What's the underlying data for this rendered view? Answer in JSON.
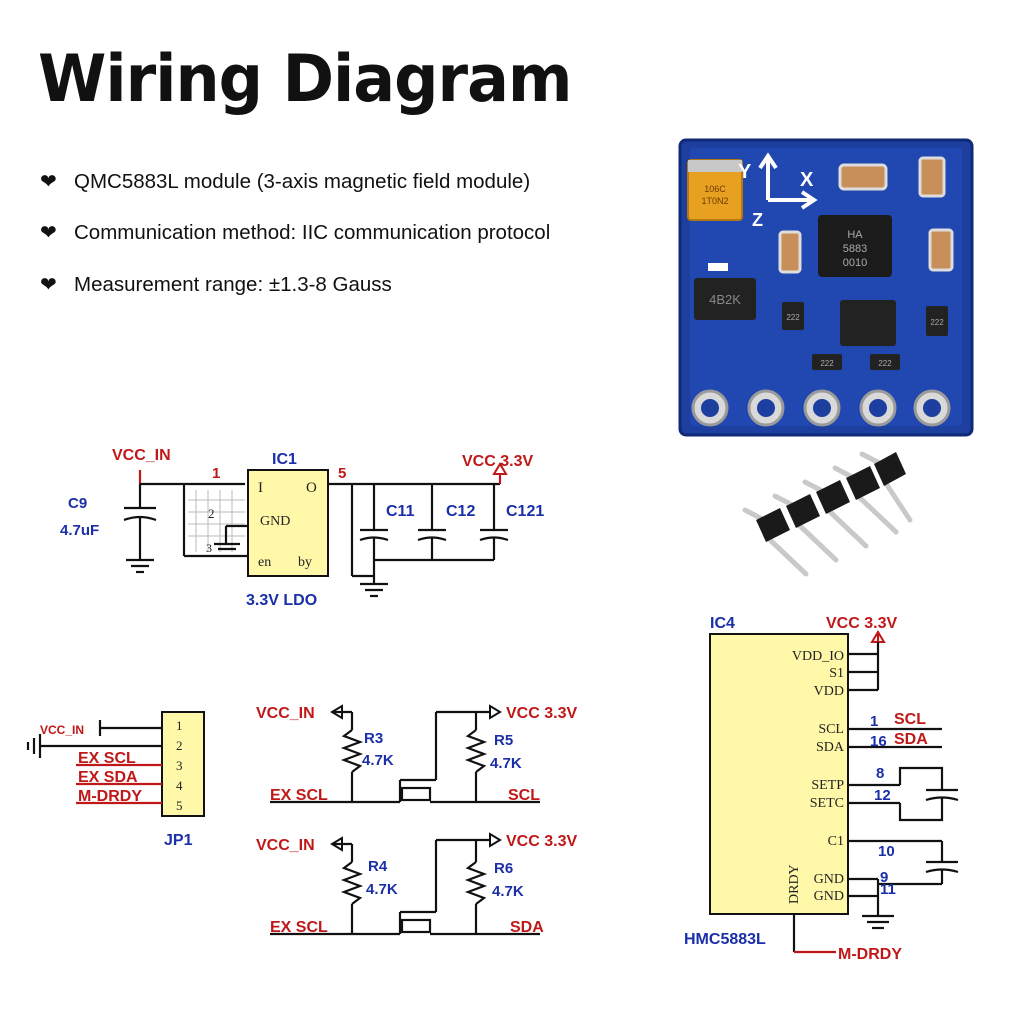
{
  "title": "Wiring Diagram",
  "bullets": [
    "QMC5883L module (3-axis magnetic field module)",
    "Communication method: IIC communication protocol",
    "Measurement range: ±1.3-8 Gauss"
  ],
  "bullet_icon": "heart-icon",
  "colors": {
    "net_red": "#c01818",
    "label_blue": "#1a2fa8",
    "pcb_blue": "#1c3fa0",
    "ic_yellow": "#fff8a8"
  },
  "module": {
    "axis_labels": {
      "y": "Y",
      "x": "X",
      "z": "Z"
    },
    "chip_marks": {
      "cap": "106C\n1T0N2",
      "main": "HA\n5883\n0010",
      "reg": "4B2K",
      "res": "222"
    }
  },
  "ldo": {
    "vcc_in": "VCC_IN",
    "vcc_out": "VCC 3.3V",
    "ic_ref": "IC1",
    "ic_name": "3.3V LDO",
    "pin_in": "1",
    "pin_out": "5",
    "pin_labels": {
      "i": "I",
      "o": "O",
      "gnd": "GND",
      "pin2": "2",
      "pin3": "3",
      "en": "en",
      "by": "by"
    },
    "cap_in": {
      "ref": "C9",
      "value": "4.7uF"
    },
    "caps_out": [
      "C11",
      "C12",
      "C121"
    ]
  },
  "jp1": {
    "ref": "JP1",
    "pins": [
      "1",
      "2",
      "3",
      "4",
      "5"
    ],
    "nets": [
      "VCC_IN",
      "EX SCL",
      "EX SDA",
      "M-DRDY"
    ]
  },
  "level_shifters": [
    {
      "vcc_in": "VCC_IN",
      "vcc_out": "VCC 3.3V",
      "r_left": "R3",
      "r_left_val": "4.7K",
      "r_right": "R5",
      "r_right_val": "4.7K",
      "net_left": "EX SCL",
      "net_right": "SCL"
    },
    {
      "vcc_in": "VCC_IN",
      "vcc_out": "VCC 3.3V",
      "r_left": "R4",
      "r_left_val": "4.7K",
      "r_right": "R6",
      "r_right_val": "4.7K",
      "net_left": "EX SCL",
      "net_right": "SDA"
    }
  ],
  "ic4": {
    "ref": "IC4",
    "name": "HMC5883L",
    "vcc": "VCC 3.3V",
    "pins": [
      "VDD_IO",
      "S1",
      "VDD",
      "SCL",
      "SDA",
      "SETP",
      "SETC",
      "C1",
      "DRDY",
      "GND",
      "GND"
    ],
    "pin_numbers": {
      "scl": "1",
      "sda": "16",
      "setp": "8",
      "setc": "12",
      "c1": "10",
      "gnd1": "9",
      "gnd2": "11"
    },
    "nets": {
      "scl": "SCL",
      "sda": "SDA",
      "drdy": "M-DRDY"
    }
  }
}
